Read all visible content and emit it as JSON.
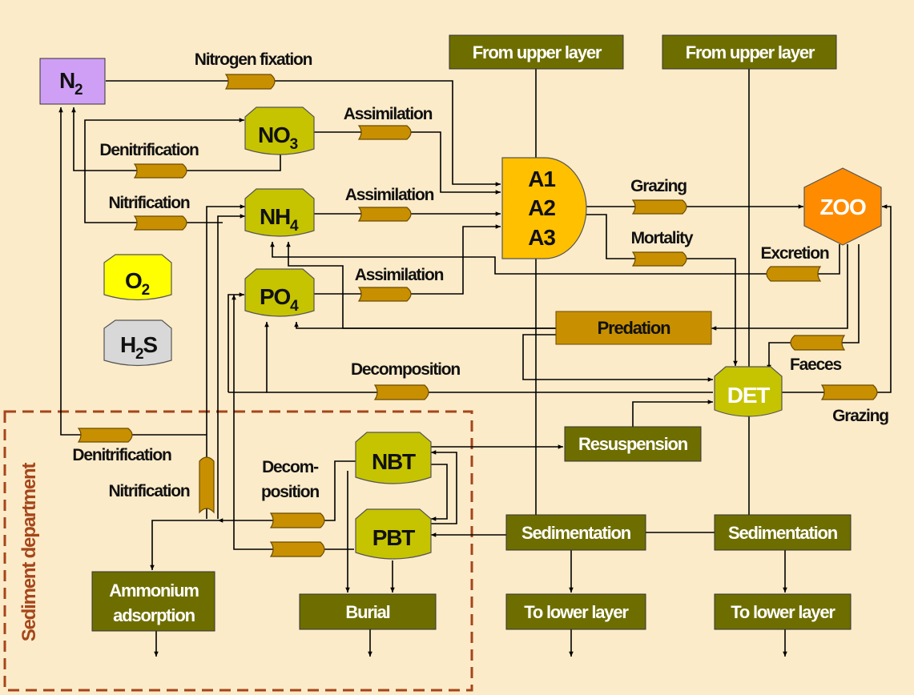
{
  "colors": {
    "background": "#fcebc9",
    "box_fill": "#6e6e00",
    "bucket_fill": "#c6c400",
    "n2_fill": "#cf9ff5",
    "phyto_fill": "#ffc000",
    "zoo_fill": "#ff8c00",
    "o2_fill": "#ffff00",
    "h2s_fill": "#d8d8d8",
    "pipe_fill": "#c89000",
    "sediment_border": "#a5461a"
  },
  "nodes": {
    "n2": {
      "main": "N",
      "sub": "2"
    },
    "no3": {
      "main": "NO",
      "sub": "3"
    },
    "nh4": {
      "main": "NH",
      "sub": "4"
    },
    "po4": {
      "main": "PO",
      "sub": "4"
    },
    "o2": {
      "main": "O",
      "sub": "2"
    },
    "h2s": {
      "pre": "H",
      "sub": "2",
      "post": "S"
    },
    "phyto": {
      "lines": [
        "A1",
        "A2",
        "A3"
      ]
    },
    "zoo": "ZOO",
    "det": "DET",
    "nbt": "NBT",
    "pbt": "PBT"
  },
  "boxes": {
    "from_upper_1": "From upper layer",
    "from_upper_2": "From upper layer",
    "predation": "Predation",
    "resuspension": "Resuspension",
    "sedimentation_1": "Sedimentation",
    "sedimentation_2": "Sedimentation",
    "to_lower_1": "To lower layer",
    "to_lower_2": "To lower layer",
    "burial": "Burial",
    "ammonium_adsorption": [
      "Ammonium",
      "adsorption"
    ]
  },
  "labels": {
    "nitrogen_fixation": "Nitrogen fixation",
    "assimilation_no3": "Assimilation",
    "assimilation_nh4": "Assimilation",
    "assimilation_po4": "Assimilation",
    "denitrification_top": "Denitrification",
    "nitrification_top": "Nitrification",
    "grazing_phyto": "Grazing",
    "mortality": "Mortality",
    "excretion": "Excretion",
    "faeces": "Faeces",
    "grazing_det": "Grazing",
    "decomposition": "Decomposition",
    "denitrification_sed": "Denitrification",
    "nitrification_sed": "Nitrification",
    "decomposition_sed": [
      "Decom-",
      "position"
    ]
  },
  "sediment": {
    "label": "Sediment department"
  }
}
